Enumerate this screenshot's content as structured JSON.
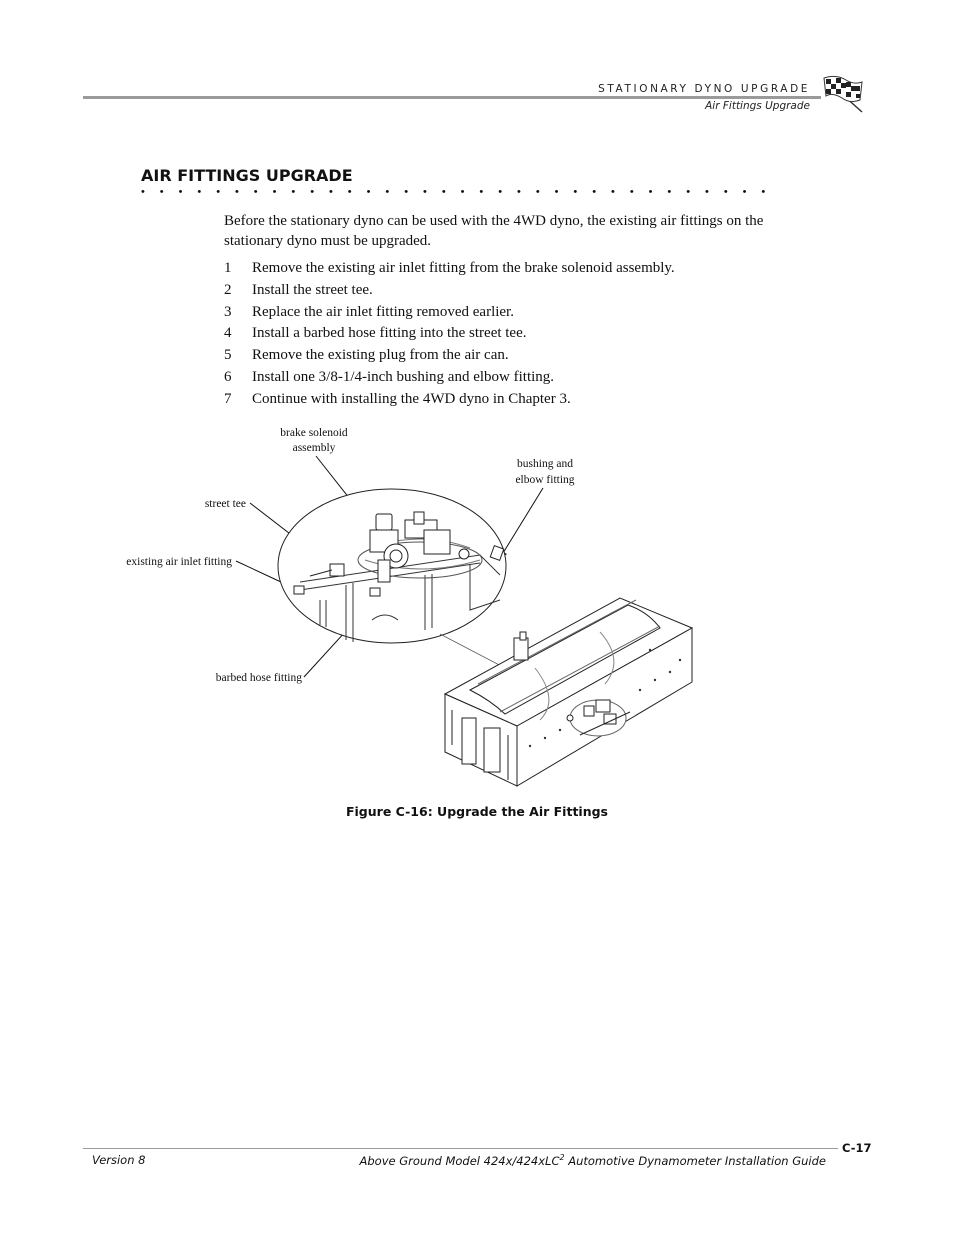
{
  "header": {
    "title": "STATIONARY DYNO UPGRADE",
    "subtitle": "Air Fittings Upgrade"
  },
  "section": {
    "title": "AIR FITTINGS UPGRADE",
    "dots": "• • • • • • • • • • • • • • • • • • • • • • • • • • • • • • • • • •"
  },
  "intro": "Before the stationary dyno can be used with the 4WD dyno, the existing air fittings on the stationary dyno must be upgraded.",
  "steps": [
    {
      "num": "1",
      "text": "Remove the existing air inlet fitting from the brake solenoid assembly."
    },
    {
      "num": "2",
      "text": "Install the street tee."
    },
    {
      "num": "3",
      "text": "Replace the air inlet fitting removed earlier."
    },
    {
      "num": "4",
      "text": "Install a barbed hose fitting into the street tee."
    },
    {
      "num": "5",
      "text": "Remove the existing plug from the air can."
    },
    {
      "num": "6",
      "text": "Install one 3/8-1/4-inch bushing and elbow fitting."
    },
    {
      "num": "7",
      "text": "Continue with installing the 4WD dyno in Chapter 3."
    }
  ],
  "figure": {
    "labels": {
      "brake_solenoid_1": "brake solenoid",
      "brake_solenoid_2": "assembly",
      "bushing_1": "bushing and",
      "bushing_2": "elbow fitting",
      "street_tee": "street tee",
      "existing_inlet": "existing air inlet fitting",
      "barbed_hose": "barbed hose fitting"
    },
    "caption": "Figure C-16: Upgrade the Air Fittings"
  },
  "footer": {
    "version": "Version 8",
    "guide_pre": "Above Ground Model 424x/424xLC",
    "guide_sup": "2",
    "guide_post": " Automotive Dynamometer Installation Guide",
    "page_number": "C-17"
  }
}
